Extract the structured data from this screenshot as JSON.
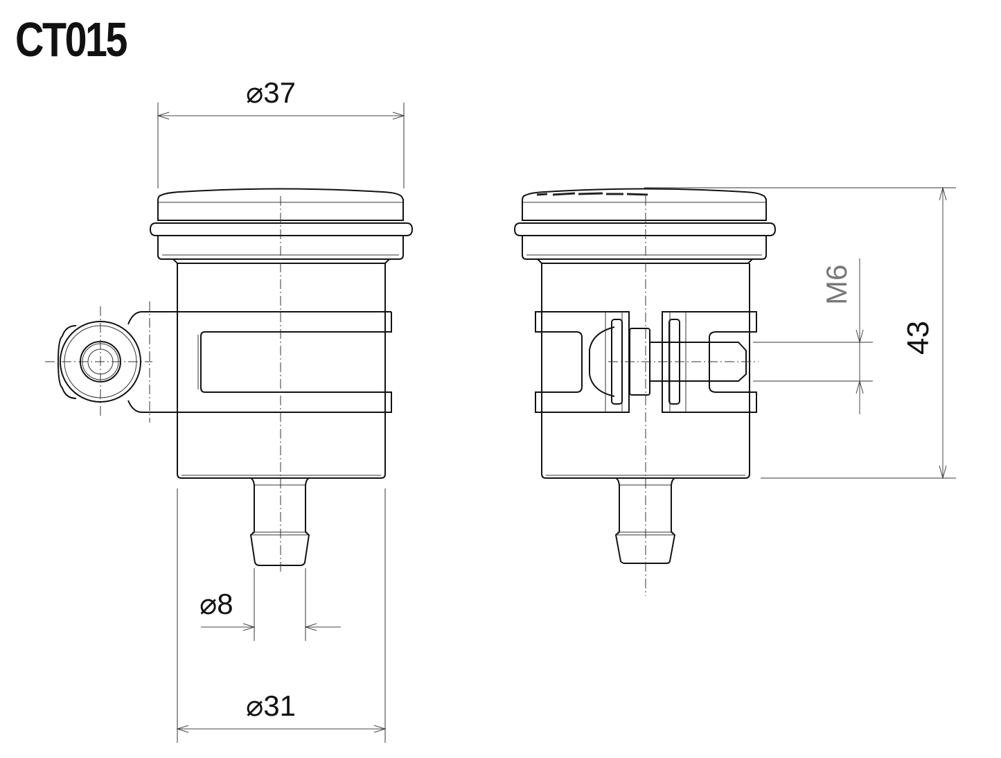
{
  "title": "CT015",
  "dimensions": {
    "cap_diameter": {
      "symbol": "⌀",
      "value": "37",
      "label": "⌀37"
    },
    "body_diameter": {
      "symbol": "⌀",
      "value": "31",
      "label": "⌀31"
    },
    "outlet_diameter": {
      "symbol": "⌀",
      "value": "8",
      "label": "⌀8"
    },
    "thread": {
      "label": "M6"
    },
    "height": {
      "value": "43",
      "label": "43"
    }
  },
  "views": [
    {
      "name": "front-view",
      "description": "Reservoir front view with mounting bracket and clamp eye"
    },
    {
      "name": "side-view",
      "description": "Reservoir side view with M6 bolt through bracket"
    }
  ],
  "colors": {
    "line": "#111111",
    "background": "#ffffff"
  }
}
